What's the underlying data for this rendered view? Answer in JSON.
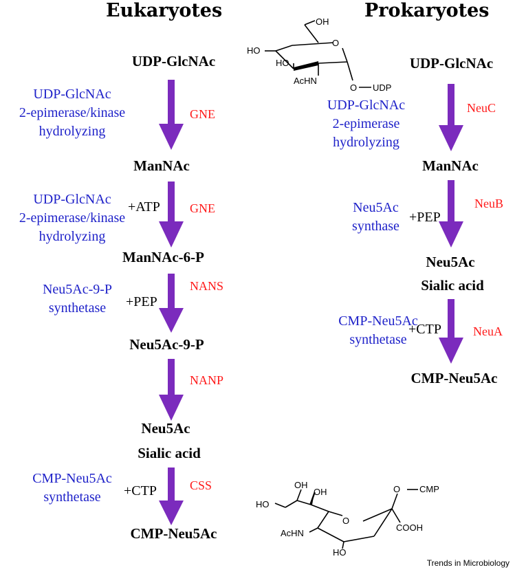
{
  "headers": {
    "left": "Eukaryotes",
    "right": "Prokaryotes"
  },
  "arrow_color": "#7b2bbd",
  "colors": {
    "enzyme": "#1f22c9",
    "gene": "#ff1a1a"
  },
  "eukaryotes": {
    "udp_glcnac": "UDP-GlcNAc",
    "step1": {
      "enzyme": [
        "UDP-GlcNAc",
        "2-epimerase/kinase",
        "hydrolyzing"
      ],
      "gene": "GNE"
    },
    "mannac": "ManNAc",
    "step2": {
      "enzyme": [
        "UDP-GlcNAc",
        "2-epimerase/kinase",
        "hydrolyzing"
      ],
      "cofactor": "+ATP",
      "gene": "GNE"
    },
    "mannac6p": "ManNAc-6-P",
    "step3": {
      "enzyme": [
        "Neu5Ac-9-P",
        "synthetase"
      ],
      "cofactor": "+PEP",
      "gene": "NANS"
    },
    "neu5ac9p": "Neu5Ac-9-P",
    "step4": {
      "gene": "NANP"
    },
    "neu5ac": "Neu5Ac",
    "sialic": "Sialic acid",
    "step5": {
      "enzyme": [
        "CMP-Neu5Ac",
        "synthetase"
      ],
      "cofactor": "+CTP",
      "gene": "CSS"
    },
    "cmp_neu5ac": "CMP-Neu5Ac"
  },
  "prokaryotes": {
    "udp_glcnac": "UDP-GlcNAc",
    "step1": {
      "enzyme": [
        "UDP-GlcNAc",
        "2-epimerase",
        "hydrolyzing"
      ],
      "gene": "NeuC"
    },
    "mannac": "ManNAc",
    "step2": {
      "enzyme": [
        "Neu5Ac",
        "synthase"
      ],
      "cofactor": "+PEP",
      "gene": "NeuB"
    },
    "neu5ac": "Neu5Ac",
    "sialic": "Sialic acid",
    "step3": {
      "enzyme": [
        "CMP-Neu5Ac",
        "synthetase"
      ],
      "cofactor": "+CTP",
      "gene": "NeuA"
    },
    "cmp_neu5ac": "CMP-Neu5Ac"
  },
  "structures": {
    "udp_glcnac": {
      "oh_top": "OH",
      "ho_left": "HO",
      "ho_mid": "HO",
      "achn": "AcHN",
      "o_udp": "O",
      "udp": "UDP"
    },
    "cmp_neu5ac": {
      "ho_left": "HO",
      "oh_top": "OH",
      "oh_mid": "OH",
      "achn": "AcHN",
      "ho_bottom": "HO",
      "o_cmp": "O",
      "cmp": "CMP",
      "cooh": "COOH"
    }
  },
  "footer": "Trends in Microbiology"
}
